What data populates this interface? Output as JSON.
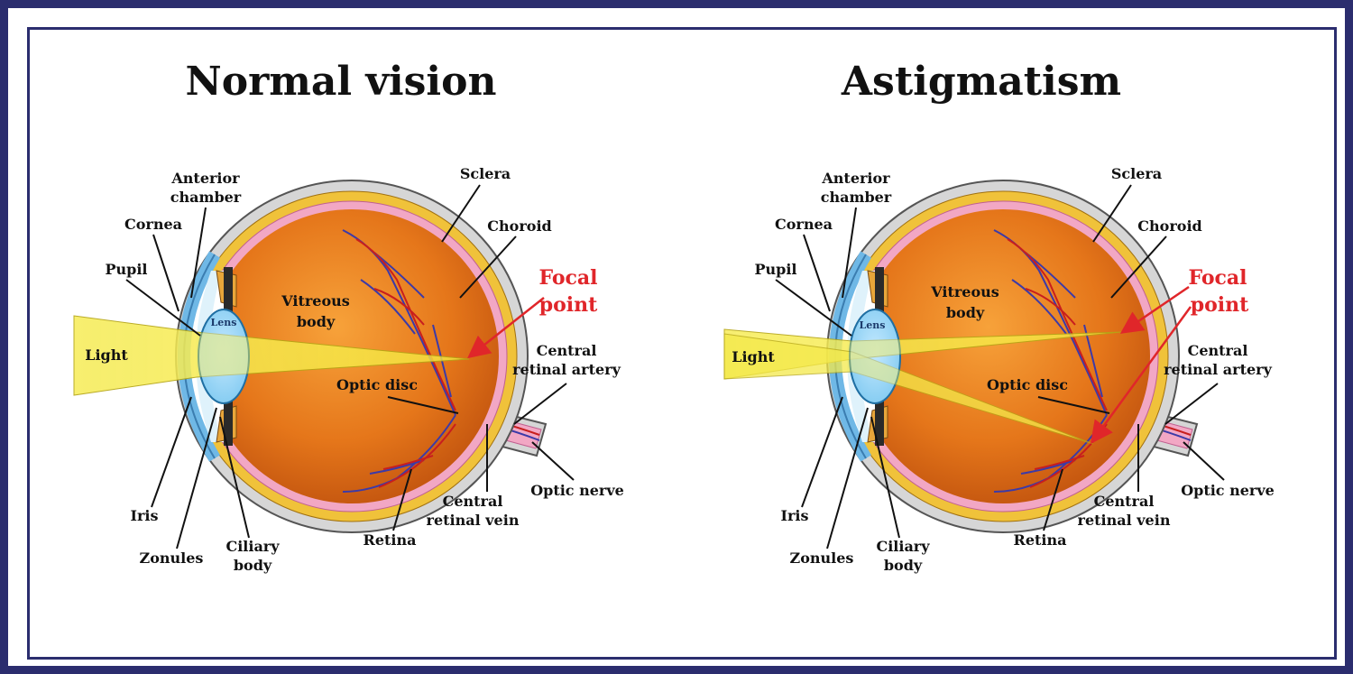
{
  "panels": [
    {
      "title": "Normal vision",
      "labels": {
        "anterior_chamber_1": "Anterior",
        "anterior_chamber_2": "chamber",
        "cornea": "Cornea",
        "pupil": "Pupil",
        "light": "Light",
        "lens": "Lens",
        "vitreous_1": "Vitreous",
        "vitreous_2": "body",
        "sclera": "Sclera",
        "choroid": "Choroid",
        "focal_1": "Focal",
        "focal_2": "point",
        "central_artery_1": "Central",
        "central_artery_2": "retinal artery",
        "optic_disc": "Optic disc",
        "optic_nerve": "Optic nerve",
        "central_vein_1": "Central",
        "central_vein_2": "retinal vein",
        "retina": "Retina",
        "iris": "Iris",
        "zonules": "Zonules",
        "ciliary_1": "Ciliary",
        "ciliary_2": "body"
      }
    },
    {
      "title": "Astigmatism",
      "labels": {
        "anterior_chamber_1": "Anterior",
        "anterior_chamber_2": "chamber",
        "cornea": "Cornea",
        "pupil": "Pupil",
        "light": "Light",
        "lens": "Lens",
        "vitreous_1": "Vitreous",
        "vitreous_2": "body",
        "sclera": "Sclera",
        "choroid": "Choroid",
        "focal_1": "Focal",
        "focal_2": "point",
        "central_artery_1": "Central",
        "central_artery_2": "retinal artery",
        "optic_disc": "Optic disc",
        "optic_nerve": "Optic nerve",
        "central_vein_1": "Central",
        "central_vein_2": "retinal vein",
        "retina": "Retina",
        "iris": "Iris",
        "zonules": "Zonules",
        "ciliary_1": "Ciliary",
        "ciliary_2": "body"
      }
    }
  ],
  "colors": {
    "frame": "#2b2d6e",
    "focal_text": "#e0262a",
    "light_beam": "#f4e94a",
    "eyeball": "#e07a1c",
    "sclera": "#d6d6d6",
    "choroid": "#f0c23a",
    "retina": "#f2a7c4",
    "cornea": "#6fb8e6",
    "vessels_blue": "#3c3aa8",
    "vessels_red": "#c81e1e"
  }
}
